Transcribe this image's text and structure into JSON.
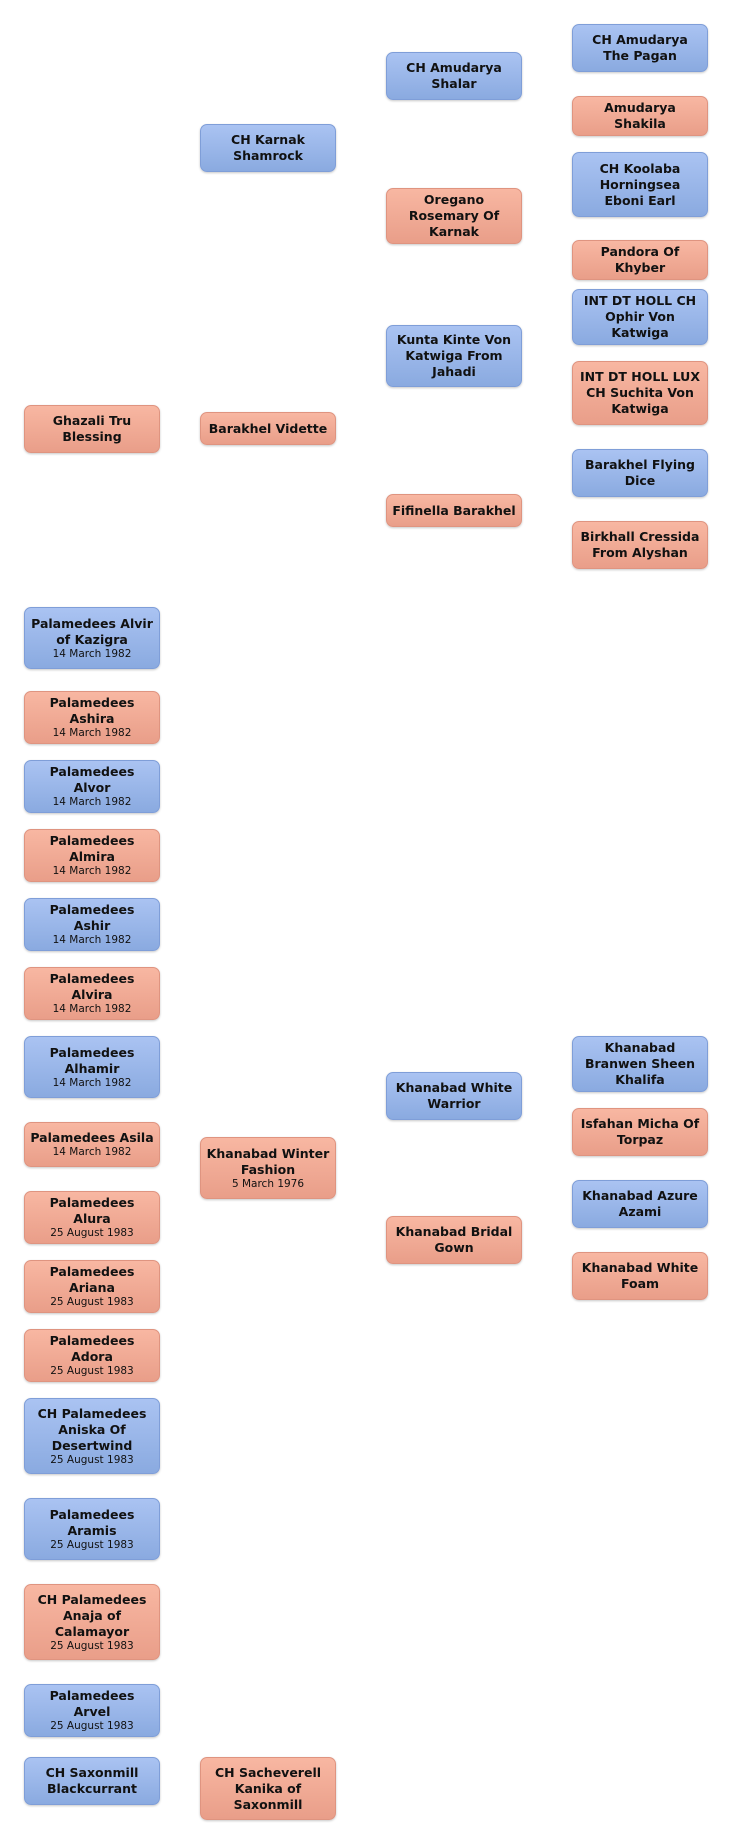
{
  "chart_data": {
    "type": "diagram",
    "kind": "pedigree",
    "colors": {
      "male": "#9db6ec",
      "female": "#f2a994"
    },
    "nodes": [
      {
        "id": "ghazali",
        "name": "Ghazali Tru Blessing",
        "sex": "female",
        "date": ""
      },
      {
        "id": "karnak_shamrock",
        "name": "CH Karnak Shamrock",
        "sex": "male",
        "date": ""
      },
      {
        "id": "barakhel_vidette",
        "name": "Barakhel Vidette",
        "sex": "female",
        "date": ""
      },
      {
        "id": "amudarya_shalar",
        "name": "CH Amudarya Shalar",
        "sex": "male",
        "date": ""
      },
      {
        "id": "oregano",
        "name": "Oregano Rosemary Of Karnak",
        "sex": "female",
        "date": ""
      },
      {
        "id": "kunta_kinte",
        "name": "Kunta Kinte Von Katwiga From Jahadi",
        "sex": "male",
        "date": ""
      },
      {
        "id": "fifinella",
        "name": "Fifinella Barakhel",
        "sex": "female",
        "date": ""
      },
      {
        "id": "amudarya_pagan",
        "name": "CH Amudarya The Pagan",
        "sex": "male",
        "date": ""
      },
      {
        "id": "amudarya_shakila",
        "name": "Amudarya Shakila",
        "sex": "female",
        "date": ""
      },
      {
        "id": "koolaba",
        "name": "CH Koolaba Horningsea Eboni Earl",
        "sex": "male",
        "date": ""
      },
      {
        "id": "pandora",
        "name": "Pandora Of Khyber",
        "sex": "female",
        "date": ""
      },
      {
        "id": "ophir",
        "name": "INT DT HOLL CH Ophir Von Katwiga",
        "sex": "male",
        "date": ""
      },
      {
        "id": "suchita",
        "name": "INT DT HOLL LUX CH Suchita Von Katwiga",
        "sex": "female",
        "date": ""
      },
      {
        "id": "flying_dice",
        "name": "Barakhel Flying Dice",
        "sex": "male",
        "date": ""
      },
      {
        "id": "cressida",
        "name": "Birkhall Cressida From Alyshan",
        "sex": "female",
        "date": ""
      },
      {
        "id": "alvir",
        "name": "Palamedees Alvir of Kazigra",
        "sex": "male",
        "date": "14 March 1982"
      },
      {
        "id": "ashira",
        "name": "Palamedees Ashira",
        "sex": "female",
        "date": "14 March 1982"
      },
      {
        "id": "alvor",
        "name": "Palamedees Alvor",
        "sex": "male",
        "date": "14 March 1982"
      },
      {
        "id": "almira",
        "name": "Palamedees Almira",
        "sex": "female",
        "date": "14 March 1982"
      },
      {
        "id": "ashir",
        "name": "Palamedees Ashir",
        "sex": "male",
        "date": "14 March 1982"
      },
      {
        "id": "alvira",
        "name": "Palamedees Alvira",
        "sex": "female",
        "date": "14 March 1982"
      },
      {
        "id": "alhamir",
        "name": "Palamedees Alhamir",
        "sex": "male",
        "date": "14 March 1982"
      },
      {
        "id": "asila",
        "name": "Palamedees Asila",
        "sex": "female",
        "date": "14 March 1982"
      },
      {
        "id": "alura",
        "name": "Palamedees Alura",
        "sex": "female",
        "date": "25 August 1983"
      },
      {
        "id": "ariana",
        "name": "Palamedees Ariana",
        "sex": "female",
        "date": "25 August 1983"
      },
      {
        "id": "adora",
        "name": "Palamedees Adora",
        "sex": "female",
        "date": "25 August 1983"
      },
      {
        "id": "aniska",
        "name": "CH Palamedees Aniska Of Desertwind",
        "sex": "male",
        "date": "25 August 1983"
      },
      {
        "id": "aramis",
        "name": "Palamedees Aramis",
        "sex": "male",
        "date": "25 August 1983"
      },
      {
        "id": "anaja",
        "name": "CH Palamedees Anaja of Calamayor",
        "sex": "female",
        "date": "25 August 1983"
      },
      {
        "id": "arvel",
        "name": "Palamedees Arvel",
        "sex": "male",
        "date": "25 August 1983"
      },
      {
        "id": "blackcurrant",
        "name": "CH Saxonmill Blackcurrant",
        "sex": "male",
        "date": ""
      },
      {
        "id": "winter_fashion",
        "name": "Khanabad Winter Fashion",
        "sex": "female",
        "date": "5 March 1976"
      },
      {
        "id": "white_warrior",
        "name": "Khanabad White Warrior",
        "sex": "male",
        "date": ""
      },
      {
        "id": "bridal_gown",
        "name": "Khanabad Bridal Gown",
        "sex": "female",
        "date": ""
      },
      {
        "id": "branwen",
        "name": "Khanabad Branwen Sheen Khalifa",
        "sex": "male",
        "date": ""
      },
      {
        "id": "isfahan",
        "name": "Isfahan Micha Of Torpaz",
        "sex": "female",
        "date": ""
      },
      {
        "id": "azure",
        "name": "Khanabad Azure Azami",
        "sex": "male",
        "date": ""
      },
      {
        "id": "white_foam",
        "name": "Khanabad White Foam",
        "sex": "female",
        "date": ""
      },
      {
        "id": "kanika",
        "name": "CH Sacheverell Kanika of Saxonmill",
        "sex": "female",
        "date": ""
      }
    ]
  }
}
